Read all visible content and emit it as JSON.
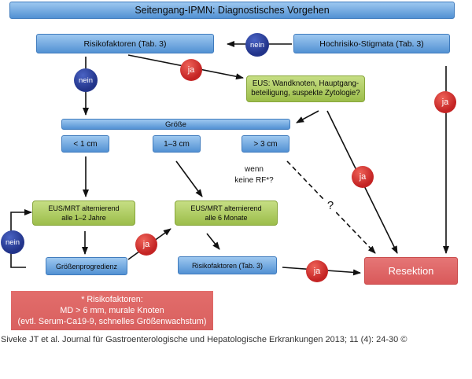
{
  "title": "Seitengang-IPMN: Diagnostisches Vorgehen",
  "nodes": {
    "risikofaktoren_top": "Risikofaktoren (Tab. 3)",
    "hochrisiko_stigmata": "Hochrisiko-Stigmata (Tab. 3)",
    "eus_question": [
      "EUS: Wandknoten, Hauptgang-",
      "beteiligung, suspekte Zytologie?"
    ],
    "groesse": "Größe",
    "size_small": "< 1 cm",
    "size_medium": "1–3 cm",
    "size_large": "> 3 cm",
    "surveillance_1_2_years": [
      "EUS/MRT alternierend",
      "alle 1–2 Jahre"
    ],
    "surveillance_6_months": [
      "EUS/MRT alternierend",
      "alle 6 Monate"
    ],
    "groessenprogredienz": "Größenprogredienz",
    "risikofaktoren_bottom": "Risikofaktoren (Tab. 3)",
    "resektion": "Resektion"
  },
  "decisions": {
    "hochrisiko_to_risikofaktoren": "nein",
    "risikofaktoren_to_eus": "ja",
    "risikofaktoren_to_groesse": "nein",
    "hochrisiko_to_resektion": "ja",
    "eus_to_resektion": "ja",
    "progredienz_loop": "nein",
    "progredienz_to_6_months": "ja",
    "risikofaktoren_bottom_to_resektion": "ja"
  },
  "annotations": {
    "conditional": [
      "wenn",
      "keine RF*?"
    ],
    "uncertain_path": "?"
  },
  "footnote": [
    "* Risikofaktoren:",
    "MD > 6 mm, murale Knoten",
    "(evtl. Serum-Ca19-9, schnelles Größenwachstum)"
  ],
  "citation": "Siveke JT et al. Journal für Gastroenterologische und Hepatologische Erkrankungen 2013; 11 (4): 24-30 ©",
  "colors": {
    "box_blue_top": "#9ec8f0",
    "box_blue_bottom": "#5291d3",
    "box_blue_border": "#3f7bbd",
    "box_green_top": "#c6de84",
    "box_green_bottom": "#9cbd4a",
    "box_green_border": "#88a63c",
    "decision_nein": "#22348a",
    "decision_ja": "#c42424",
    "resektion": "#d9595a",
    "footnote": "#d9605f",
    "arrow": "#111111"
  }
}
